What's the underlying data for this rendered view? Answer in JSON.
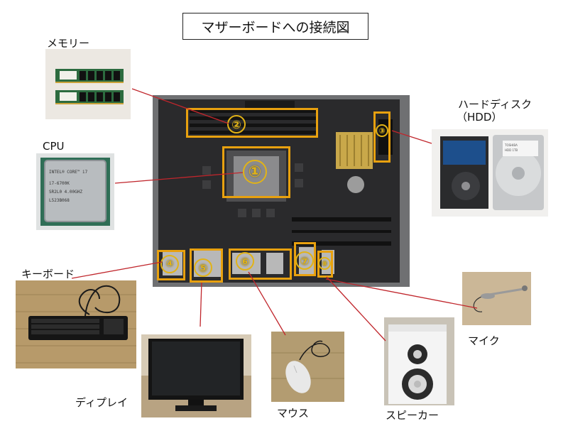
{
  "title": "マザーボードへの接続図",
  "labels": {
    "memory": "メモリー",
    "cpu": "CPU",
    "hdd_line1": "ハードディスク",
    "hdd_line2": "（HDD）",
    "keyboard": "キーボード",
    "display": "ディプレイ",
    "mouse": "マウス",
    "speaker": "スピーカー",
    "mic": "マイク"
  },
  "markers": [
    "①",
    "②",
    "③",
    "④",
    "⑤",
    "⑥",
    "⑦",
    "⑧"
  ],
  "colors": {
    "highlight": "#e8a10f",
    "connector_line": "#c0262c",
    "board": "#2a2a2c",
    "tatami": "#b79a6a"
  }
}
